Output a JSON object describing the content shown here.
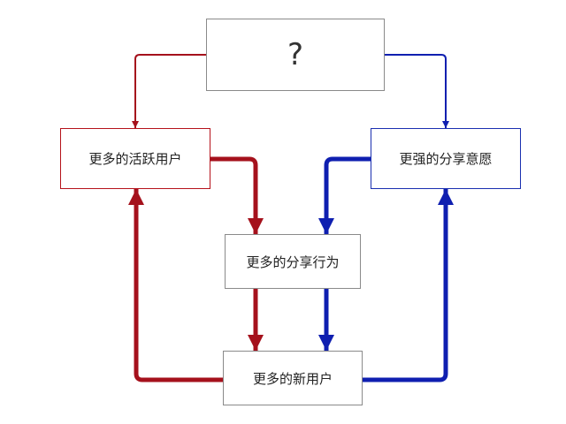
{
  "colors": {
    "red": "#a5111c",
    "blue": "#0f1fb0",
    "grey": "#8a8a8a"
  },
  "nodes": {
    "top": {
      "label": "?"
    },
    "left": {
      "label": "更多的活跃用户"
    },
    "right": {
      "label": "更强的分享意愿"
    },
    "mid": {
      "label": "更多的分享行为"
    },
    "bot": {
      "label": "更多的新用户"
    }
  }
}
